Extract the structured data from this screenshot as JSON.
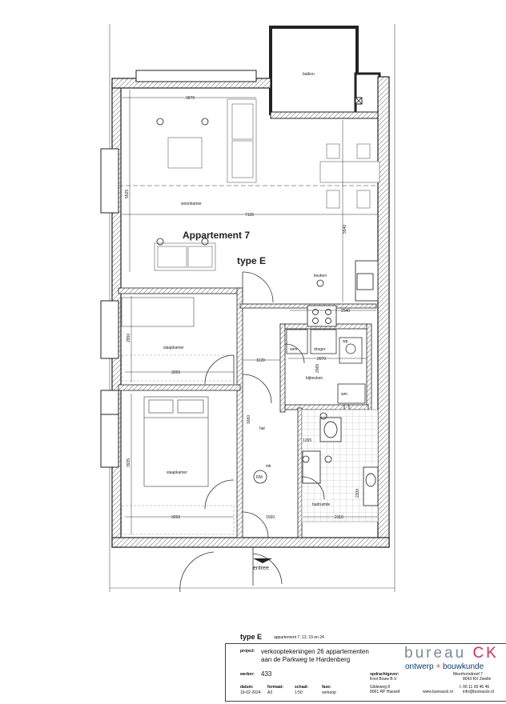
{
  "plan": {
    "title": "Appartement 7",
    "type_label": "type E",
    "entrance": "entree",
    "rooms": {
      "balcony": "balkon",
      "living": "woonkamer",
      "kitchen": "keuken",
      "bedroom1": "slaapkamer",
      "bedroom2": "slaapkamer",
      "hall": "hal",
      "utility": "bijkeuken",
      "bathroom": "badruimte",
      "meter_box": "mk",
      "rm": "RM",
      "dryer": "droger",
      "washer": "wm",
      "sem": "sem",
      "wp": "wp"
    },
    "dimensions": {
      "d3970": "3970",
      "d5525": "5525",
      "d7135": "7135",
      "d5540": "5540",
      "d2540": "2540",
      "d2950": "2950",
      "d3265a": "3265",
      "d1120": "1120",
      "d2070": "2070",
      "d2065": "2065",
      "d3935": "3935",
      "d3265b": "3265",
      "d1660": "1660",
      "d1265": "1265",
      "d1560": "1560",
      "d2110": "2110",
      "d2200": "2200"
    }
  },
  "titleblock": {
    "type": "type E",
    "type_sub": "appartement 7, 13, 19 en 24",
    "project_label": "project:",
    "project_line1": "verkooptekeningen 26 appartementen",
    "project_line2": "aan de Parkweg te Hardenberg",
    "werknr_label": "werknr:",
    "werknr": "433",
    "datum_label": "datum:",
    "datum": "19-02-2024",
    "formaat_label": "formaat:",
    "formaat": "A3",
    "schaal_label": "schaal:",
    "schaal": "1:50",
    "fase_label": "fase:",
    "fase": "verkoop",
    "client_label": "opdrachtgever:",
    "client_name": "Knol Bouw B.V.",
    "client_addr1": "Gildeweg 8",
    "client_addr2": "8061 RP Hasselt",
    "office_addr1": "Meerhorndreef 7",
    "office_addr2": "8043 RX Zwolle",
    "office_tel": "t: 06 11 00 46 46",
    "office_mail": "info@bureauck.nl",
    "office_web": "www.bureauck.nl",
    "logo_part1": "bureau ",
    "logo_part2": "CK",
    "logo_sub1": "ontwerp ",
    "logo_plus": "+",
    "logo_sub2": " bouwkunde"
  }
}
